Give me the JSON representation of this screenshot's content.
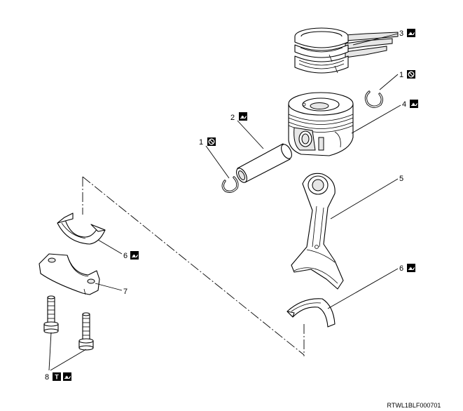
{
  "figure_code": "RTWL1BLF000701",
  "icon_colors": {
    "box": "#000000",
    "glyph": "#ffffff"
  },
  "callouts": [
    {
      "id": "c3",
      "number": "3",
      "part": "piston-rings",
      "icons": [
        "oil-can-icon"
      ]
    },
    {
      "id": "c1a",
      "number": "1",
      "part": "snap-ring-right",
      "icons": [
        "do-not-reuse-icon"
      ]
    },
    {
      "id": "c4",
      "number": "4",
      "part": "piston",
      "icons": [
        "oil-can-icon"
      ]
    },
    {
      "id": "c2",
      "number": "2",
      "part": "piston-pin",
      "icons": [
        "oil-can-icon"
      ]
    },
    {
      "id": "c1b",
      "number": "1",
      "part": "snap-ring-left",
      "icons": [
        "do-not-reuse-icon"
      ]
    },
    {
      "id": "c5",
      "number": "5",
      "part": "connecting-rod",
      "icons": []
    },
    {
      "id": "c6a",
      "number": "6",
      "part": "bearing-upper",
      "icons": [
        "oil-can-icon"
      ]
    },
    {
      "id": "c7",
      "number": "7",
      "part": "bearing-cap",
      "icons": []
    },
    {
      "id": "c6b",
      "number": "6",
      "part": "bearing-lower",
      "icons": [
        "oil-can-icon"
      ]
    },
    {
      "id": "c8",
      "number": "8",
      "part": "cap-bolts",
      "icons": [
        "torque-icon",
        "oil-can-icon"
      ],
      "icon_letter": "T"
    }
  ]
}
